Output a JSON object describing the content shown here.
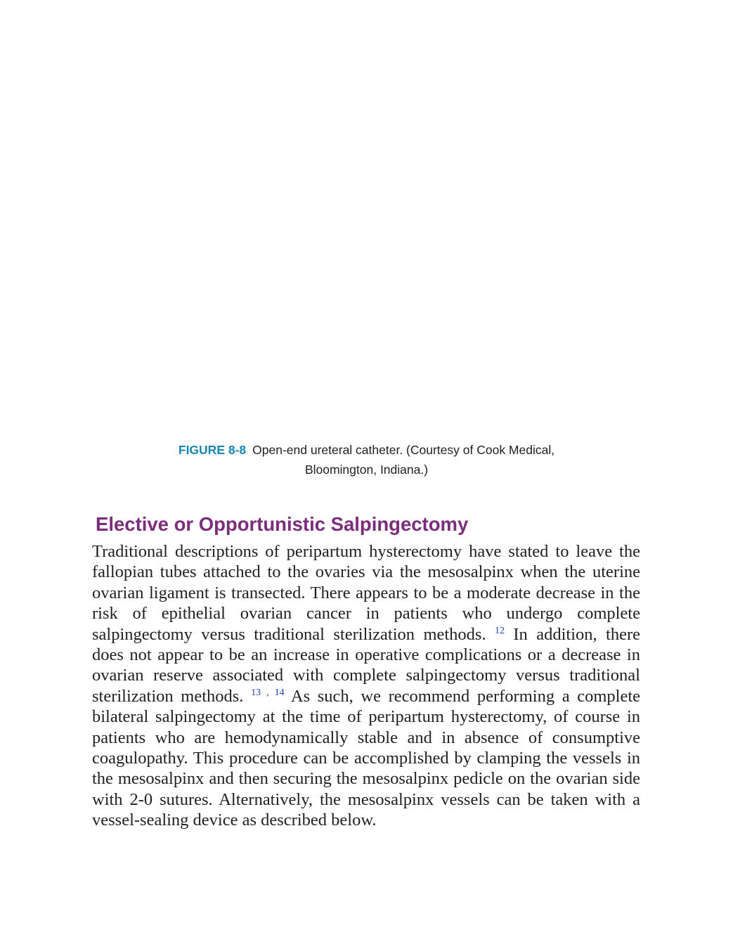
{
  "figure": {
    "label": "FIGURE 8-8",
    "caption_line1": "Open-end ureteral catheter. (Courtesy of Cook Medical,",
    "caption_line2": "Bloomington, Indiana.)"
  },
  "section": {
    "heading": "Elective or Opportunistic Salpingectomy",
    "paragraph": {
      "part1": "Traditional descriptions of peripartum hysterectomy have stated to leave the fallopian tubes attached to the ovaries via the mesosalpinx when the uterine ovarian ligament is transected. There appears to be a moderate decrease in the risk of epithelial ovarian cancer in patients who undergo complete salpingectomy versus traditional sterilization methods. ",
      "ref1": "12",
      "part2": " In addition, there does not appear to be an increase in operative complications or a decrease in ovarian reserve associated with complete salpingectomy versus traditional sterilization methods. ",
      "ref2": "13",
      "ref_separator": " , ",
      "ref3": "14",
      "part3": " As such, we recommend performing a complete bilateral salpingectomy at the time of peripartum hysterectomy, of course in patients who are hemodynamically stable and in absence of consumptive coagulopathy. This procedure can be accomplished by clamping the vessels in the mesosalpinx and then securing the mesosalpinx pedicle on the ovarian side with 2-0 sutures. Alternatively, the mesosalpinx vessels can be taken with a vessel-sealing device as described below."
    }
  },
  "colors": {
    "figure_label": "#1a86b5",
    "heading": "#7b2d7b",
    "reference": "#1f3fbf",
    "text": "#231f20"
  }
}
